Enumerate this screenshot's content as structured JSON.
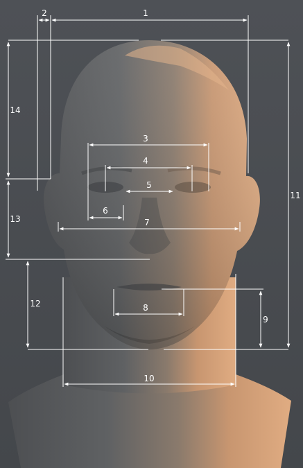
{
  "figure": {
    "subject": "3D rendered male head bust with facial proportion measurements",
    "colors": {
      "background": "#4a4d52",
      "skin_shadow": "#55575a",
      "skin_light": "#d9a57c",
      "measure_line": "#ffffff"
    }
  },
  "measurements": [
    {
      "id": "m1",
      "label": "1"
    },
    {
      "id": "m2",
      "label": "2"
    },
    {
      "id": "m3",
      "label": "3"
    },
    {
      "id": "m4",
      "label": "4"
    },
    {
      "id": "m5",
      "label": "5"
    },
    {
      "id": "m6",
      "label": "6"
    },
    {
      "id": "m7",
      "label": "7"
    },
    {
      "id": "m8",
      "label": "8"
    },
    {
      "id": "m9",
      "label": "9"
    },
    {
      "id": "m10",
      "label": "10"
    },
    {
      "id": "m11",
      "label": "11"
    },
    {
      "id": "m12",
      "label": "12"
    },
    {
      "id": "m13",
      "label": "13"
    },
    {
      "id": "m14",
      "label": "14"
    }
  ]
}
